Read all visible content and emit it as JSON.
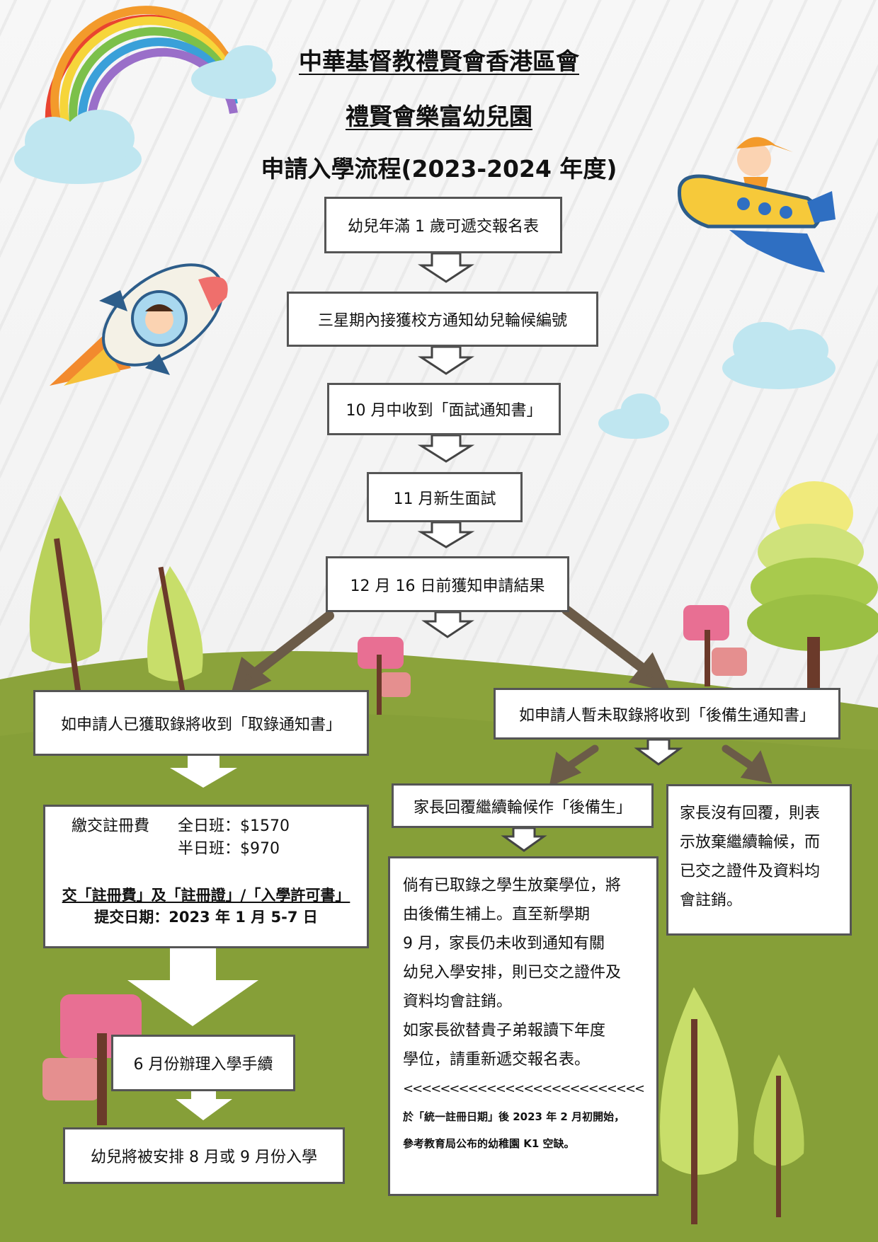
{
  "header": {
    "org": "中華基督教禮賢會香港區會",
    "school": "禮賢會樂富幼兒園",
    "title": "申請入學流程(2023-2024 年度)"
  },
  "steps": {
    "s1": "幼兒年滿 1 歲可遞交報名表",
    "s2": "三星期內接獲校方通知幼兒輪候編號",
    "s3": "10 月中收到「面試通知書」",
    "s4": "11 月新生面試",
    "s5": "12 月 16 日前獲知申請結果"
  },
  "admitted": {
    "notice": "如申請人已獲取錄將收到「取錄通知書」",
    "fee_label": "繳交註冊費",
    "fee_full": "全日班：$1570",
    "fee_half": "半日班：$970",
    "submit_items": "交「註冊費」及「註冊證」/「入學許可書」",
    "submit_date": "提交日期：2023 年 1 月 5-7 日",
    "procedure": "6 月份辦理入學手續",
    "enroll": "幼兒將被安排 8 月或 9 月份入學"
  },
  "waitlist": {
    "notice": "如申請人暫未取錄將收到「後備生通知書」",
    "reply": "家長回覆繼續輪候作「後備生」",
    "info_lines": [
      "倘有已取錄之學生放棄學位，將",
      "由後備生補上。直至新學期",
      "9 月，家長仍未收到通知有關",
      "幼兒入學安排，則已交之證件及",
      "資料均會註銷。",
      "如家長欲替貴子弟報讀下年度",
      "學位，請重新遞交報名表。",
      "<<<<<<<<<<<<<<<<<<<<<<<<<<<<<<<"
    ],
    "note_lines": [
      "於「統一註冊日期」後 2023 年 2 月初開始，",
      "參考教育局公布的幼稚園 K1 空缺。"
    ],
    "no_reply_lines": [
      "家長沒有回覆，則表",
      "示放棄繼續輪候，而",
      "已交之證件及資料均",
      "會註銷。"
    ]
  },
  "colors": {
    "grass": "#8aa23a",
    "box_border": "#555555",
    "arrow_brown": "#6b5b48"
  }
}
